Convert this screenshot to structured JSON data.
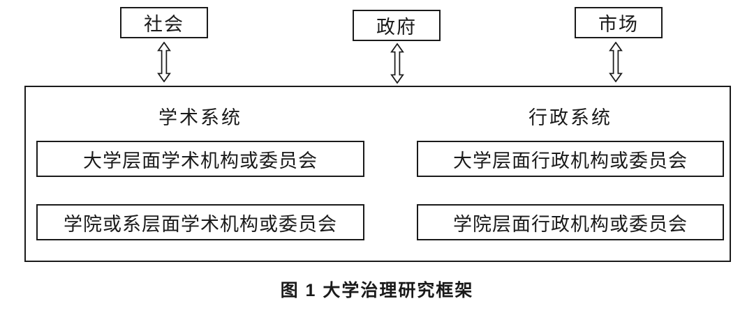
{
  "diagram": {
    "external_actors": [
      {
        "label": "社会"
      },
      {
        "label": "政府"
      },
      {
        "label": "市场"
      }
    ],
    "systems": [
      {
        "title": "学术系统",
        "boxes": [
          "大学层面学术机构或委员会",
          "学院或系层面学术机构或委员会"
        ]
      },
      {
        "title": "行政系统",
        "boxes": [
          "大学层面行政机构或委员会",
          "学院层面行政机构或委员会"
        ]
      }
    ],
    "caption": "图 1 大学治理研究框架",
    "icons": {
      "connector": "double-vertical-arrow"
    },
    "colors": {
      "border": "#1a1a1a",
      "background": "#ffffff",
      "text": "#1a1a1a"
    }
  }
}
